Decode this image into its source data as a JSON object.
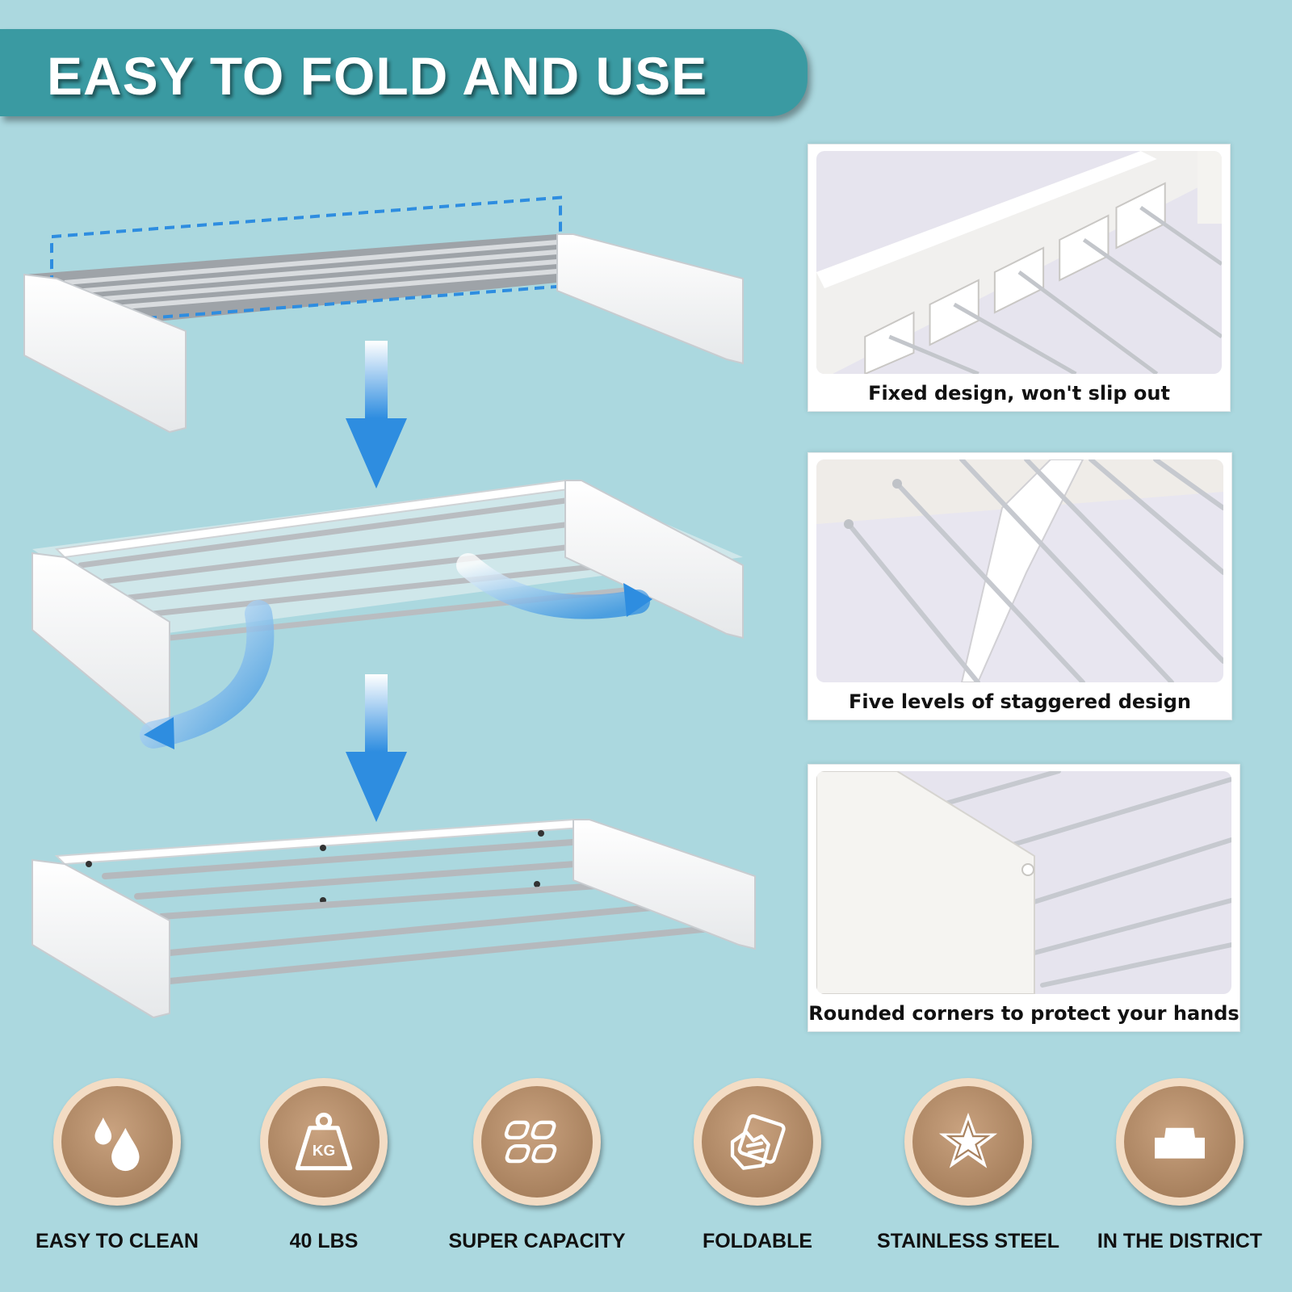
{
  "header": {
    "title": "EASY TO FOLD AND USE"
  },
  "details": [
    {
      "caption": "Fixed design, won't slip out"
    },
    {
      "caption": "Five levels of staggered design"
    },
    {
      "caption": "Rounded corners to protect your hands"
    }
  ],
  "features": [
    {
      "label": "EASY TO CLEAN",
      "icon": "water-drop-icon"
    },
    {
      "label": "40 LBS",
      "icon": "kg-weight-icon",
      "icon_text": "KG"
    },
    {
      "label": "SUPER CAPACITY",
      "icon": "grid-capacity-icon"
    },
    {
      "label": "FOLDABLE",
      "icon": "folding-hand-icon"
    },
    {
      "label": "STAINLESS STEEL",
      "icon": "star-icon"
    },
    {
      "label": "IN THE DISTRICT",
      "icon": "bracket-shape-icon"
    }
  ],
  "colors": {
    "background": "#abd8df",
    "banner": "#3a9aa2",
    "badge_outer": "#f3dcc4",
    "badge_inner": "#a9825f",
    "arrow": "#2e8de0"
  }
}
